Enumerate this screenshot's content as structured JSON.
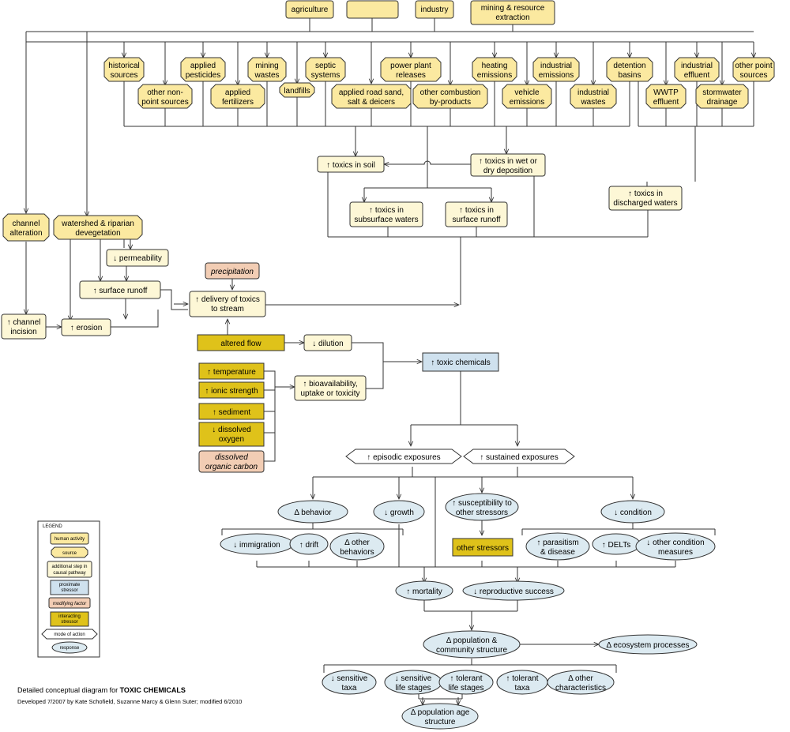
{
  "human_activities": {
    "agriculture": "agriculture",
    "blank": "",
    "industry": "industry",
    "mining": [
      "mining & resource",
      "extraction"
    ]
  },
  "sources": {
    "historical": [
      "historical",
      "sources"
    ],
    "other_nonpoint": [
      "other non-",
      "point sources"
    ],
    "applied_pesticides": [
      "applied",
      "pesticides"
    ],
    "applied_fertilizers": [
      "applied",
      "fertilizers"
    ],
    "mining_wastes": [
      "mining",
      "wastes"
    ],
    "landfills": [
      "landfills"
    ],
    "septic": [
      "septic",
      "systems"
    ],
    "road_sand": [
      "applied road sand,",
      "salt & deicers"
    ],
    "power_plant": [
      "power plant",
      "releases"
    ],
    "other_combustion": [
      "other combustion",
      "by-products"
    ],
    "heating": [
      "heating",
      "emissions"
    ],
    "vehicle": [
      "vehicle",
      "emissions"
    ],
    "industrial_emissions": [
      "industrial",
      "emissions"
    ],
    "industrial_wastes": [
      "industrial",
      "wastes"
    ],
    "detention": [
      "detention",
      "basins"
    ],
    "wwtp": [
      "WWTP",
      "effluent"
    ],
    "industrial_effluent": [
      "industrial",
      "effluent"
    ],
    "stormwater": [
      "stormwater",
      "drainage"
    ],
    "other_point": [
      "other point",
      "sources"
    ],
    "channel_alteration": [
      "channel",
      "alteration"
    ],
    "watershed": [
      "watershed & riparian",
      "devegetation"
    ]
  },
  "steps": {
    "toxics_soil": [
      "↑ toxics in soil"
    ],
    "toxics_deposition": [
      "↑ toxics in wet or",
      "dry deposition"
    ],
    "toxics_subsurface": [
      "↑ toxics in",
      "subsurface waters"
    ],
    "toxics_runoff": [
      "↑ toxics in",
      "surface runoff"
    ],
    "toxics_discharged": [
      "↑ toxics in",
      "discharged waters"
    ],
    "permeability": [
      "↓ permeability"
    ],
    "surface_runoff": [
      "↑ surface runoff"
    ],
    "channel_incision": [
      "↑ channel",
      "incision"
    ],
    "erosion": [
      "↑ erosion"
    ],
    "delivery": [
      "↑ delivery of toxics",
      "to stream"
    ],
    "dilution": [
      "↓ dilution"
    ],
    "bioavailability": [
      "↑ bioavailability,",
      "uptake or toxicity"
    ]
  },
  "modifying": {
    "precipitation": [
      "precipitation"
    ],
    "doc": [
      "dissolved",
      "organic carbon"
    ]
  },
  "interacting": {
    "altered_flow": [
      "altered flow"
    ],
    "temperature": [
      "↑ temperature"
    ],
    "ionic": [
      "↑ ionic strength"
    ],
    "sediment": [
      "↑ sediment"
    ],
    "oxygen": [
      "↓ dissolved",
      "oxygen"
    ],
    "other_stressors": [
      "other stressors"
    ]
  },
  "proximate": {
    "toxic_chemicals": [
      "↑ toxic chemicals"
    ]
  },
  "modes": {
    "episodic": [
      "↑ episodic exposures"
    ],
    "sustained": [
      "↑ sustained exposures"
    ]
  },
  "responses": {
    "behavior": [
      "Δ behavior"
    ],
    "growth": [
      "↓ growth"
    ],
    "susceptibility": [
      "↑ susceptibility to",
      "other stressors"
    ],
    "condition": [
      "↓ condition"
    ],
    "immigration": [
      "↓ immigration"
    ],
    "drift": [
      "↑ drift"
    ],
    "other_behaviors": [
      "Δ other",
      "behaviors"
    ],
    "parasitism": [
      "↑ parasitism",
      "& disease"
    ],
    "delts": [
      "↑ DELTs"
    ],
    "other_condition": [
      "↓ other condition",
      "measures"
    ],
    "mortality": [
      "↑ mortality"
    ],
    "reproductive": [
      "↓ reproductive success"
    ],
    "population": [
      "Δ population &",
      "community structure"
    ],
    "ecosystem": [
      "Δ ecosystem processes"
    ],
    "sensitive_taxa": [
      "↓ sensitive",
      "taxa"
    ],
    "sensitive_life": [
      "↓ sensitive",
      "life stages"
    ],
    "tolerant_life": [
      "↑ tolerant",
      "life stages"
    ],
    "tolerant_taxa": [
      "↑ tolerant",
      "taxa"
    ],
    "other_characteristics": [
      "Δ other",
      "characteristics"
    ],
    "age_structure": [
      "Δ population age",
      "structure"
    ]
  },
  "legend": {
    "title": "LEGEND",
    "human_activity": [
      "human activity"
    ],
    "source": [
      "source"
    ],
    "additional_step": [
      "additional step in",
      "causal pathway"
    ],
    "proximate": [
      "proximate",
      "stressor"
    ],
    "modifying": [
      "modifying factor"
    ],
    "interacting": [
      "interacting",
      "stressor"
    ],
    "mode": [
      "mode of action"
    ],
    "response": [
      "response"
    ]
  },
  "footer": {
    "title_prefix": "Detailed conceptual diagram for ",
    "title_bold": "TOXIC CHEMICALS",
    "credits": "Developed 7/2007 by Kate Schofield, Suzanne Marcy & Glenn Suter; modified 6/2010"
  },
  "colors": {
    "human_activity": "#fbe9a0",
    "source": "#fbe9a0",
    "additional_step": "#fdf7d6",
    "proximate_stressor": "#cfe1ee",
    "modifying_factor": "#f2cdb4",
    "interacting_stressor": "#dfc21a",
    "response": "#dceaf1"
  }
}
